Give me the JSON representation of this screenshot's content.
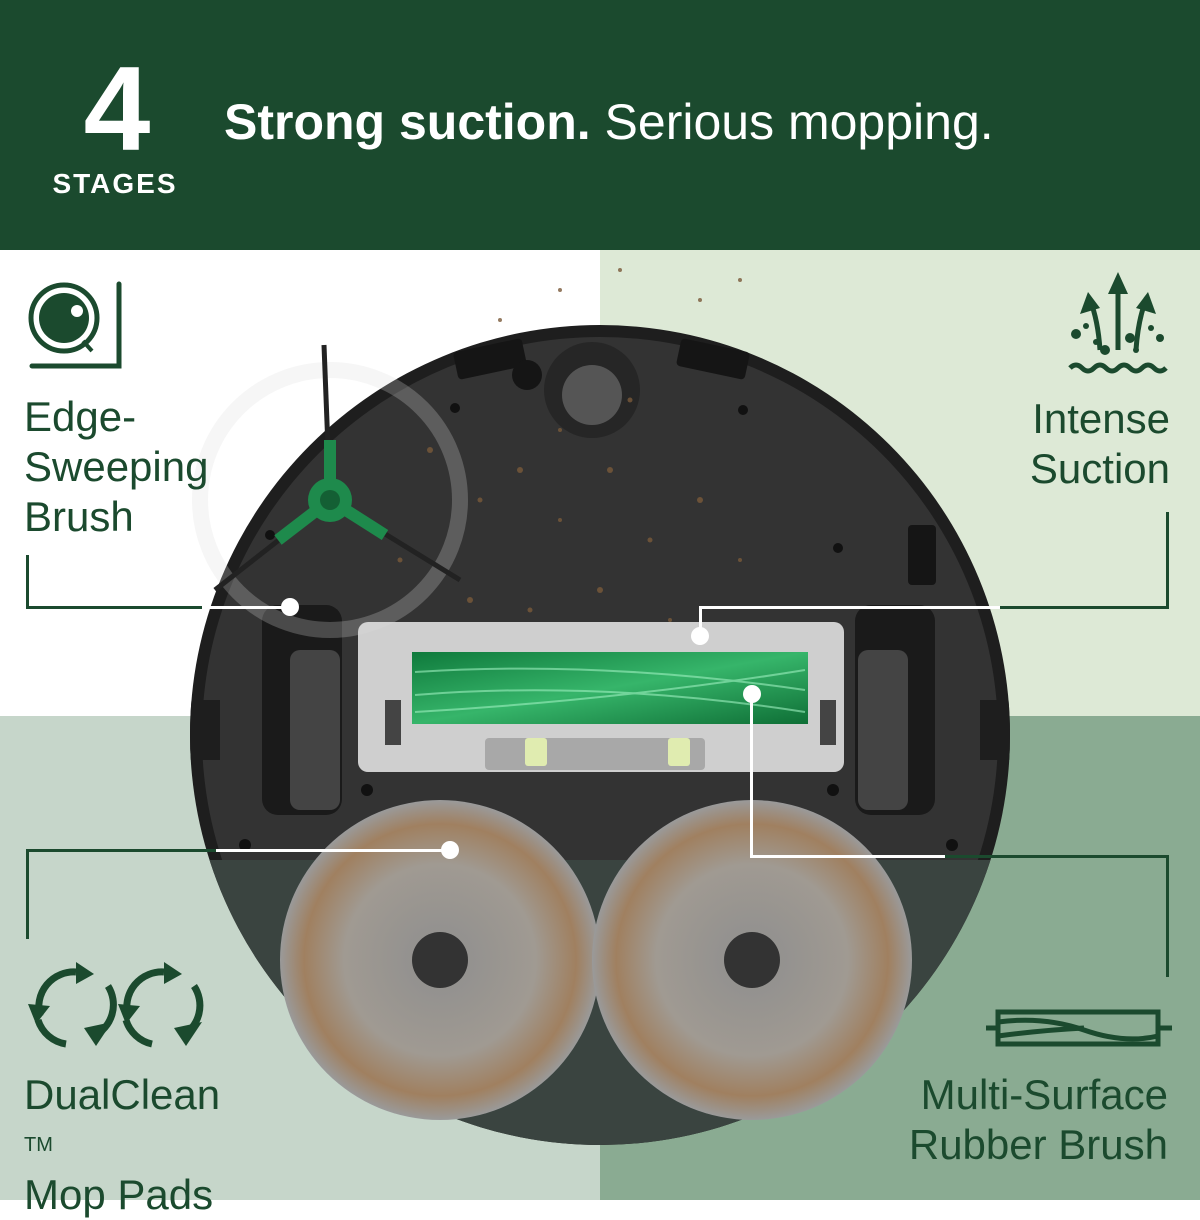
{
  "header": {
    "stage_count": "4",
    "stage_label": "STAGES",
    "headline_bold": "Strong suction.",
    "headline_regular": " Serious mopping."
  },
  "features": [
    {
      "id": "edge-sweeping-brush",
      "lines": [
        "Edge-",
        "Sweeping",
        "Brush"
      ],
      "icon": "robot-corner-icon"
    },
    {
      "id": "intense-suction",
      "lines": [
        "Intense",
        "Suction"
      ],
      "icon": "suction-arrows-icon"
    },
    {
      "id": "dualclean-mop-pads",
      "lines": [
        "DualClean",
        "Mop Pads"
      ],
      "trademark": "TM",
      "icon": "rotating-arrows-icon"
    },
    {
      "id": "multi-surface-rubber-brush",
      "lines": [
        "Multi-Surface",
        "Rubber Brush"
      ],
      "icon": "roller-brush-icon"
    }
  ],
  "colors": {
    "brand_green": "#1b4a2e",
    "quad_top_left": "#ffffff",
    "quad_top_right": "#dde9d6",
    "quad_bottom_left": "#c6d6ca",
    "quad_bottom_right": "#8aab92",
    "robot_body": "#2c2c2c",
    "brush_green": "#1e8a4c"
  }
}
